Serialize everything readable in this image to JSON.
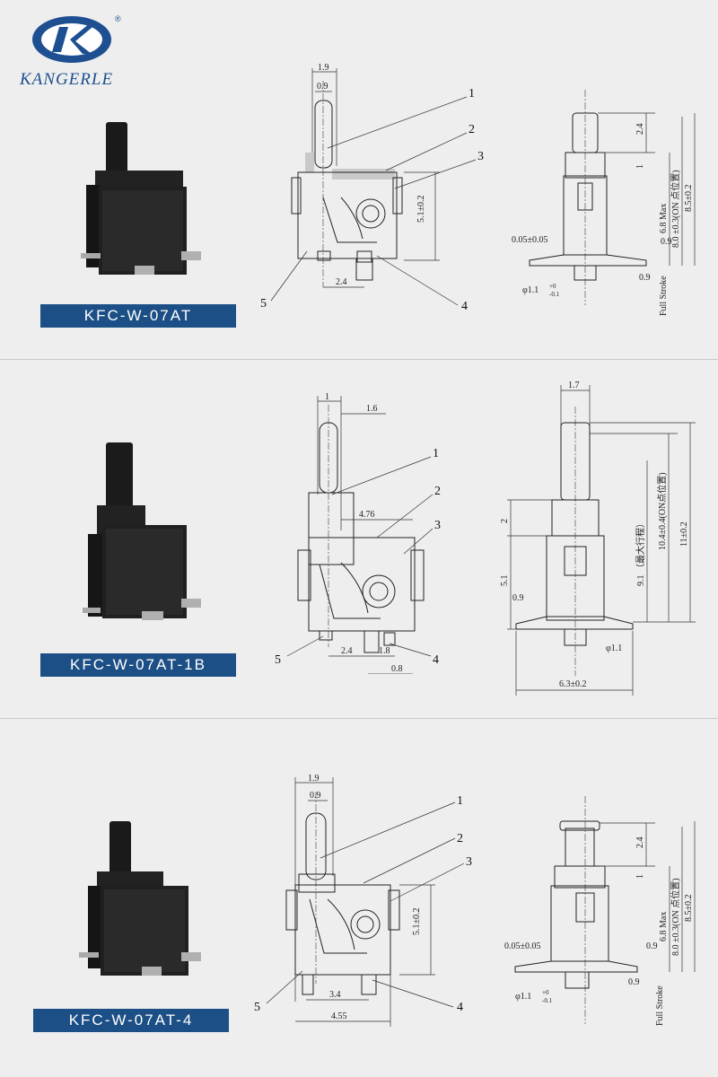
{
  "brand": {
    "name": "KANGERLE",
    "registered": "®"
  },
  "colors": {
    "label_bg": "#1c4f85",
    "brand_blue": "#1d4f91"
  },
  "products": [
    {
      "model": "KFC-W-07AT",
      "front_dims": {
        "top1": "1.9",
        "top2": "0.9",
        "height": "5.1±0.2",
        "bottom": "2.4"
      },
      "callouts": [
        "1",
        "2",
        "3",
        "4",
        "5"
      ],
      "side_dims": {
        "d1": "2.4",
        "d2": "1",
        "max": "6.8 Max",
        "on": "8.0 ±0.3(ON 点位置)",
        "total": "8.5±0.2",
        "clearance": "0.05±0.05",
        "foot": "0.9",
        "stroke_gap": "0.9",
        "phi": "φ1.1",
        "phi_tol_up": "+0",
        "phi_tol_dn": "-0.1",
        "stroke": "Full Stroke"
      }
    },
    {
      "model": "KFC-W-07AT-1B",
      "front_dims": {
        "top1": "1",
        "top2": "1.6",
        "width": "4.76",
        "bottom1": "2.4",
        "bottom2": "1.8",
        "bottom3": "0.8"
      },
      "callouts": [
        "1",
        "2",
        "3",
        "4",
        "5"
      ],
      "side_dims": {
        "top": "1.7",
        "d1": "2",
        "d2": "5.1",
        "d3": "0.9",
        "stroke": "9.1 （最大行程）",
        "on": "10.4±0.4(ON点位置)",
        "total": "11±0.2",
        "phi": "φ1.1",
        "width": "6.3±0.2"
      }
    },
    {
      "model": "KFC-W-07AT-4",
      "front_dims": {
        "top1": "1.9",
        "top2": "0.9",
        "height": "5.1±0.2",
        "bottom1": "3.4",
        "bottom2": "4.55"
      },
      "callouts": [
        "1",
        "2",
        "3",
        "4",
        "5"
      ],
      "side_dims": {
        "d1": "2.4",
        "d2": "1",
        "max": "6.8 Max",
        "on": "8.0 ±0.3(ON 点位置)",
        "total": "8.5±0.2",
        "clearance": "0.05±0.05",
        "foot": "0.9",
        "stroke_gap": "0.9",
        "phi": "φ1.1",
        "phi_tol_up": "+0",
        "phi_tol_dn": "-0.1",
        "stroke": "Full Stroke"
      }
    }
  ]
}
